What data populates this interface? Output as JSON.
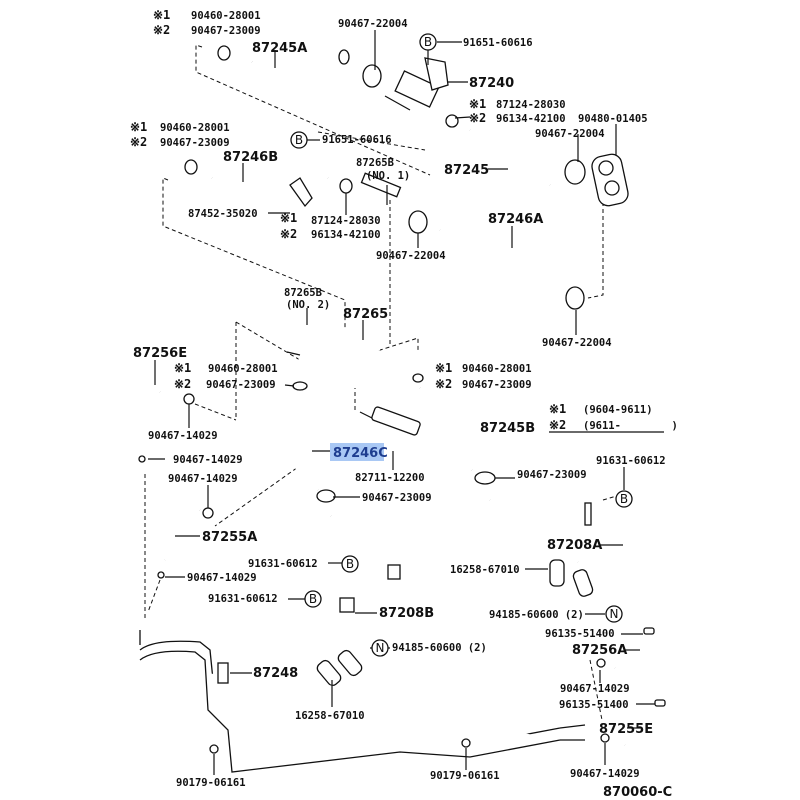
{
  "diagram": {
    "type": "exploded-parts-diagram",
    "subject": "Heater water hoses and pipes",
    "highlighted_part": "87246C",
    "highlight_color": "#a9c8f4",
    "highlight_text_color": "#1e3d8f",
    "figure_code": "870060-C",
    "legend": {
      "note1": {
        "mark": "※1",
        "text": "(9604-9611)"
      },
      "note2": {
        "mark": "※2",
        "text": "(9611-        )"
      }
    },
    "callout_symbols": [
      "B",
      "N"
    ],
    "labels": {
      "n1_90460_top": "90460-28001",
      "n2_90467_top": "90467-23009",
      "mark1": "※1",
      "mark2": "※2",
      "p87245A": "87245A",
      "p90467_22004_a": "90467-22004",
      "b_91651_a": "91651-60616",
      "p87240": "87240",
      "n1_87124_a": "87124-28030",
      "n2_96134_a": "96134-42100",
      "p90480": "90480-01405",
      "p90467_22004_b": "90467-22004",
      "p87245": "87245",
      "n1_90460_mid": "90460-28001",
      "n2_90467_mid": "90467-23009",
      "b_91651_b": "91651-60616",
      "p87246B": "87246B",
      "p87265B_1": "87265B",
      "no1": "(NO. 1)",
      "p87452": "87452-35020",
      "n1_87124_b": "87124-28030",
      "n2_96134_b": "96134-42100",
      "p90467_22004_c": "90467-22004",
      "p87246A": "87246A",
      "p90467_22004_d": "90467-22004",
      "p87265B_2": "87265B",
      "no2": "(NO. 2)",
      "p87265": "87265",
      "p87256E": "87256E",
      "n1_90460_low": "90460-28001",
      "n2_90467_low": "90467-23009",
      "p90467_14029_a": "90467-14029",
      "p90467_14029_b": "90467-14029",
      "p87246C": "87246C",
      "p82711": "82711-12200",
      "p90467_23009_c": "90467-23009",
      "n1_90460_r": "90460-28001",
      "n2_90467_r": "90467-23009",
      "p87245B": "87245B",
      "p90467_23009_d": "90467-23009",
      "p91631_a": "91631-60612",
      "p90467_14029_c": "90467-14029",
      "p87255A": "87255A",
      "p91631_b": "91631-60612",
      "p90467_14029_d": "90467-14029",
      "p91631_c": "91631-60612",
      "p87208B": "87208B",
      "p87208A": "87208A",
      "p16258_a": "16258-67010",
      "p94185_a": "94185-60600 (2)",
      "p96135_a": "96135-51400",
      "p87256A": "87256A",
      "p94185_b": "94185-60600 (2)",
      "p87248": "87248",
      "p16258_b": "16258-67010",
      "p90467_14029_e": "90467-14029",
      "p96135_b": "96135-51400",
      "p87255E": "87255E",
      "p90179_a": "90179-06161",
      "p90179_b": "90179-06161",
      "p90467_14029_f": "90467-14029"
    }
  }
}
